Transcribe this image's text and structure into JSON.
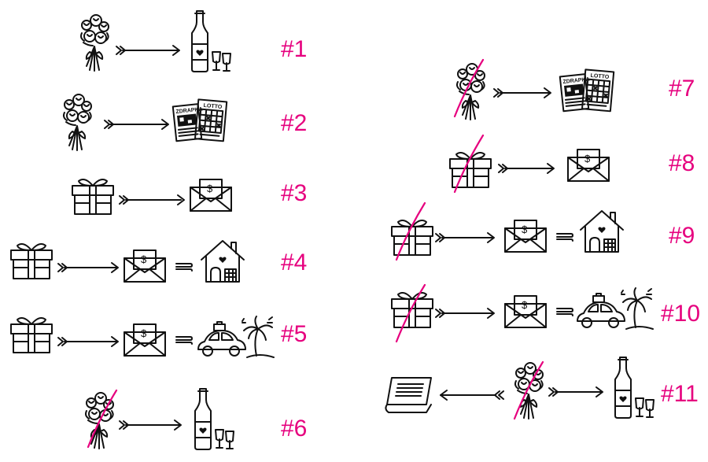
{
  "accent_color": "#e6007e",
  "ticket_labels": {
    "lotto": "LOTTO",
    "zdrapka": "ZDRAPKA"
  },
  "money_symbol": "$",
  "scenarios": [
    {
      "number": "#1",
      "items": [
        "flowers-icon",
        "arrow",
        "champagne-icon"
      ]
    },
    {
      "number": "#2",
      "items": [
        "flowers-icon",
        "arrow",
        "lottery-tickets-icon"
      ]
    },
    {
      "number": "#3",
      "items": [
        "gift-icon",
        "arrow",
        "money-envelope-icon"
      ]
    },
    {
      "number": "#4",
      "items": [
        "gift-icon",
        "arrow",
        "money-envelope-icon",
        "equals",
        "house-icon"
      ]
    },
    {
      "number": "#5",
      "items": [
        "gift-icon",
        "arrow",
        "money-envelope-icon",
        "equals",
        "car-vacation-icon"
      ]
    },
    {
      "number": "#6",
      "items": [
        "flowers-icon (crossed out)",
        "arrow",
        "champagne-icon"
      ]
    },
    {
      "number": "#7",
      "items": [
        "flowers-icon (crossed out)",
        "arrow",
        "lottery-tickets-icon"
      ]
    },
    {
      "number": "#8",
      "items": [
        "gift-icon (crossed out)",
        "arrow",
        "money-envelope-icon"
      ]
    },
    {
      "number": "#9",
      "items": [
        "gift-icon (crossed out)",
        "arrow",
        "money-envelope-icon",
        "equals",
        "house-icon"
      ]
    },
    {
      "number": "#10",
      "items": [
        "gift-icon (crossed out)",
        "arrow",
        "money-envelope-icon",
        "equals",
        "car-vacation-icon"
      ]
    },
    {
      "number": "#11",
      "items": [
        "book-icon",
        "arrow-left",
        "flowers-icon (crossed out)",
        "arrow",
        "champagne-icon"
      ]
    }
  ]
}
